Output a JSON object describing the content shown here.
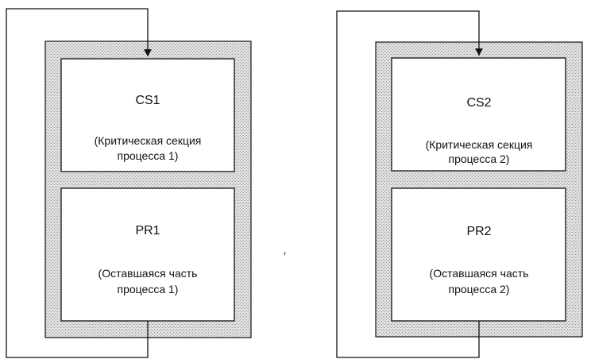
{
  "colors": {
    "line": "#111111",
    "box_fill": "#ffffff",
    "panel_fill": "#e2e2e2",
    "panel_dot": "#9a9a9a"
  },
  "processes": [
    {
      "critical": {
        "title": "CS1",
        "desc_line1": "(Критическая секция",
        "desc_line2": "процесса 1)"
      },
      "remainder": {
        "title": "PR1",
        "desc_line1": "(Оставшаяся часть",
        "desc_line2": "процесса 1)"
      }
    },
    {
      "critical": {
        "title": "CS2",
        "desc_line1": "(Критическая секция",
        "desc_line2": "процесса 2)"
      },
      "remainder": {
        "title": "PR2",
        "desc_line1": "(Оставшаяся часть",
        "desc_line2": "процесса 2)"
      }
    }
  ]
}
